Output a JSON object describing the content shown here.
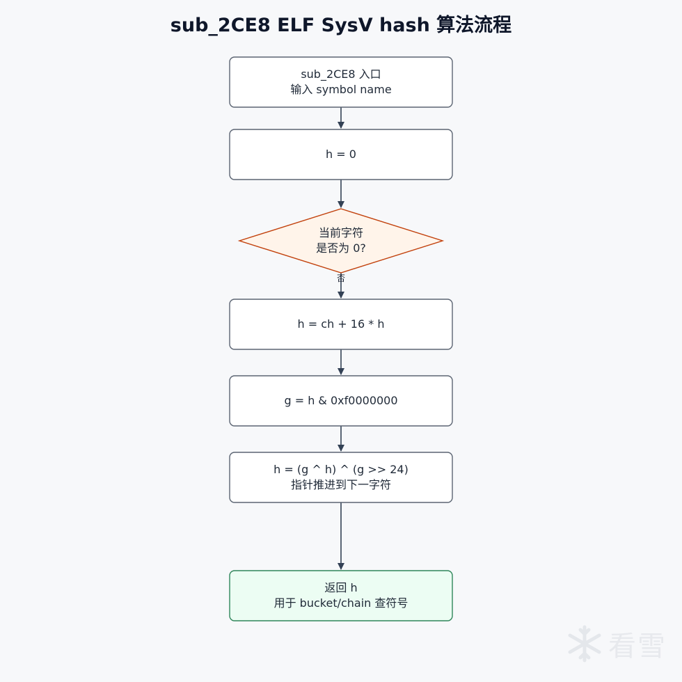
{
  "title": "sub_2CE8 ELF SysV hash 算法流程",
  "nodes": {
    "entry": {
      "line1": "sub_2CE8 入口",
      "line2": "输入 symbol name"
    },
    "init": {
      "line1": "h = 0"
    },
    "check": {
      "line1": "当前字符",
      "line2": "是否为 0?"
    },
    "step1": {
      "line1": "h = ch + 16 * h"
    },
    "step2": {
      "line1": "g = h & 0xf0000000"
    },
    "step3": {
      "line1": "h = (g ^ h) ^ (g >> 24)",
      "line2": "指针推进到下一字符"
    },
    "ret": {
      "line1": "返回 h",
      "line2": "用于 bucket/chain 查符号"
    }
  },
  "edge_labels": {
    "no": "否"
  },
  "watermark": {
    "text": "看雪",
    "icon": "snowflake-icon"
  },
  "colors": {
    "box_stroke": "#5b6472",
    "box_fill": "#ffffff",
    "diamond_stroke": "#c2410c",
    "diamond_fill": "#fff4ea",
    "end_stroke": "#2f855a",
    "end_fill": "#ecfdf3",
    "arrow": "#334155"
  }
}
